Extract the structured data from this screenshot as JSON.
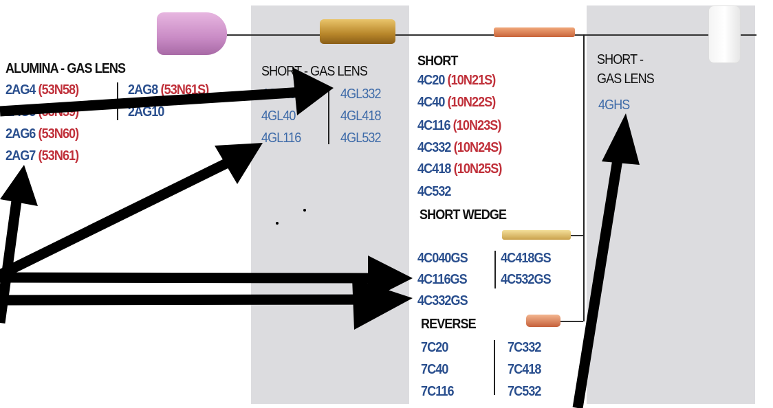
{
  "alumina": {
    "title": "ALUMINA - GAS LENS",
    "items": [
      {
        "code": "2AG4",
        "alt": "(53N58)"
      },
      {
        "code": "2AG8",
        "alt": "(53N61S)"
      },
      {
        "code": "2AG5",
        "alt": "(53N59)"
      },
      {
        "code": "2AG10",
        "alt": ""
      },
      {
        "code": "2AG6",
        "alt": "(53N60)"
      },
      {
        "code": "2AG7",
        "alt": "(53N61)"
      }
    ]
  },
  "short_gas_lens": {
    "title": "SHORT - GAS LENS",
    "items": [
      "4GL20",
      "4GL40",
      "4GL116",
      "4GL332",
      "4GL418",
      "4GL532"
    ]
  },
  "short": {
    "title": "SHORT",
    "items": [
      {
        "code": "4C20",
        "alt": "(10N21S)"
      },
      {
        "code": "4C40",
        "alt": "(10N22S)"
      },
      {
        "code": "4C116",
        "alt": "(10N23S)"
      },
      {
        "code": "4C332",
        "alt": "(10N24S)"
      },
      {
        "code": "4C418",
        "alt": "(10N25S)"
      },
      {
        "code": "4C532",
        "alt": ""
      }
    ]
  },
  "short_wedge": {
    "title": "SHORT WEDGE",
    "items": [
      "4C040GS",
      "4C116GS",
      "4C332GS",
      "4C418GS",
      "4C532GS"
    ]
  },
  "reverse": {
    "title": "REVERSE",
    "items": [
      "7C20",
      "7C40",
      "7C116",
      "7C332",
      "7C418",
      "7C532"
    ]
  },
  "short_gas_lens_cup": {
    "title": "SHORT -",
    "title2": "GAS LENS",
    "items": [
      "4GHS"
    ]
  }
}
